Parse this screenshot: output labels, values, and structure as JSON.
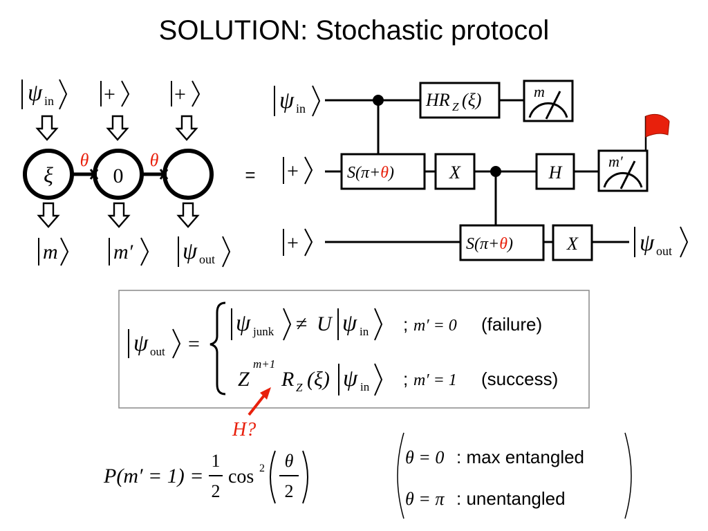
{
  "title": "SOLUTION: Stochastic protocol",
  "colors": {
    "accent": "#E8200C",
    "ink": "#000000",
    "box_border": "#888888"
  },
  "graph": {
    "inputs": [
      "ψ",
      "+",
      "+"
    ],
    "input_sub": "in",
    "node_labels": [
      "ξ",
      "0"
    ],
    "edge_labels": [
      "θ",
      "θ"
    ],
    "outputs": [
      "m",
      "m′",
      "ψ"
    ],
    "output_sub": "out",
    "equals": "="
  },
  "circuit": {
    "inputs": [
      "ψ",
      "+",
      "+"
    ],
    "input_sub": "in",
    "gate_hrz": "HR",
    "gate_hrz_sub": "Z",
    "gate_hrz_arg": "(ξ)",
    "meter_top": "m",
    "meter_mid": "m′",
    "gate_s_pre": "S(π+",
    "gate_s_theta": "θ",
    "gate_s_post": ")",
    "gate_x": "X",
    "gate_h": "H",
    "output": "ψ",
    "output_sub": "out",
    "flag_icon": "red-flag"
  },
  "result": {
    "lhs": "ψ",
    "lhs_sub": "out",
    "eq": "=",
    "row1_junk": "ψ",
    "row1_junk_sub": "junk",
    "row1_neq": "≠",
    "row1_u": "U",
    "row1_in": "ψ",
    "row1_in_sub": "in",
    "row1_sep": ";",
    "row1_cond": "m′ = 0",
    "row1_note": "(failure)",
    "row2_z": "Z",
    "row2_exp": "m+1",
    "row2_r": "R",
    "row2_r_sub": "Z",
    "row2_arg": "(ξ)",
    "row2_in": "ψ",
    "row2_in_sub": "in",
    "row2_sep": ";",
    "row2_cond": "m′ = 1",
    "row2_note": "(success)",
    "annotation": "H?"
  },
  "probability": {
    "lhs": "P(m′ = 1) =",
    "frac_num": "1",
    "frac_den": "2",
    "func": "cos",
    "func_exp": "2",
    "arg_num": "θ",
    "arg_den": "2"
  },
  "cases": [
    {
      "math": "θ = 0",
      "text": ": max entangled"
    },
    {
      "math": "θ = π",
      "text": ": unentangled"
    }
  ]
}
